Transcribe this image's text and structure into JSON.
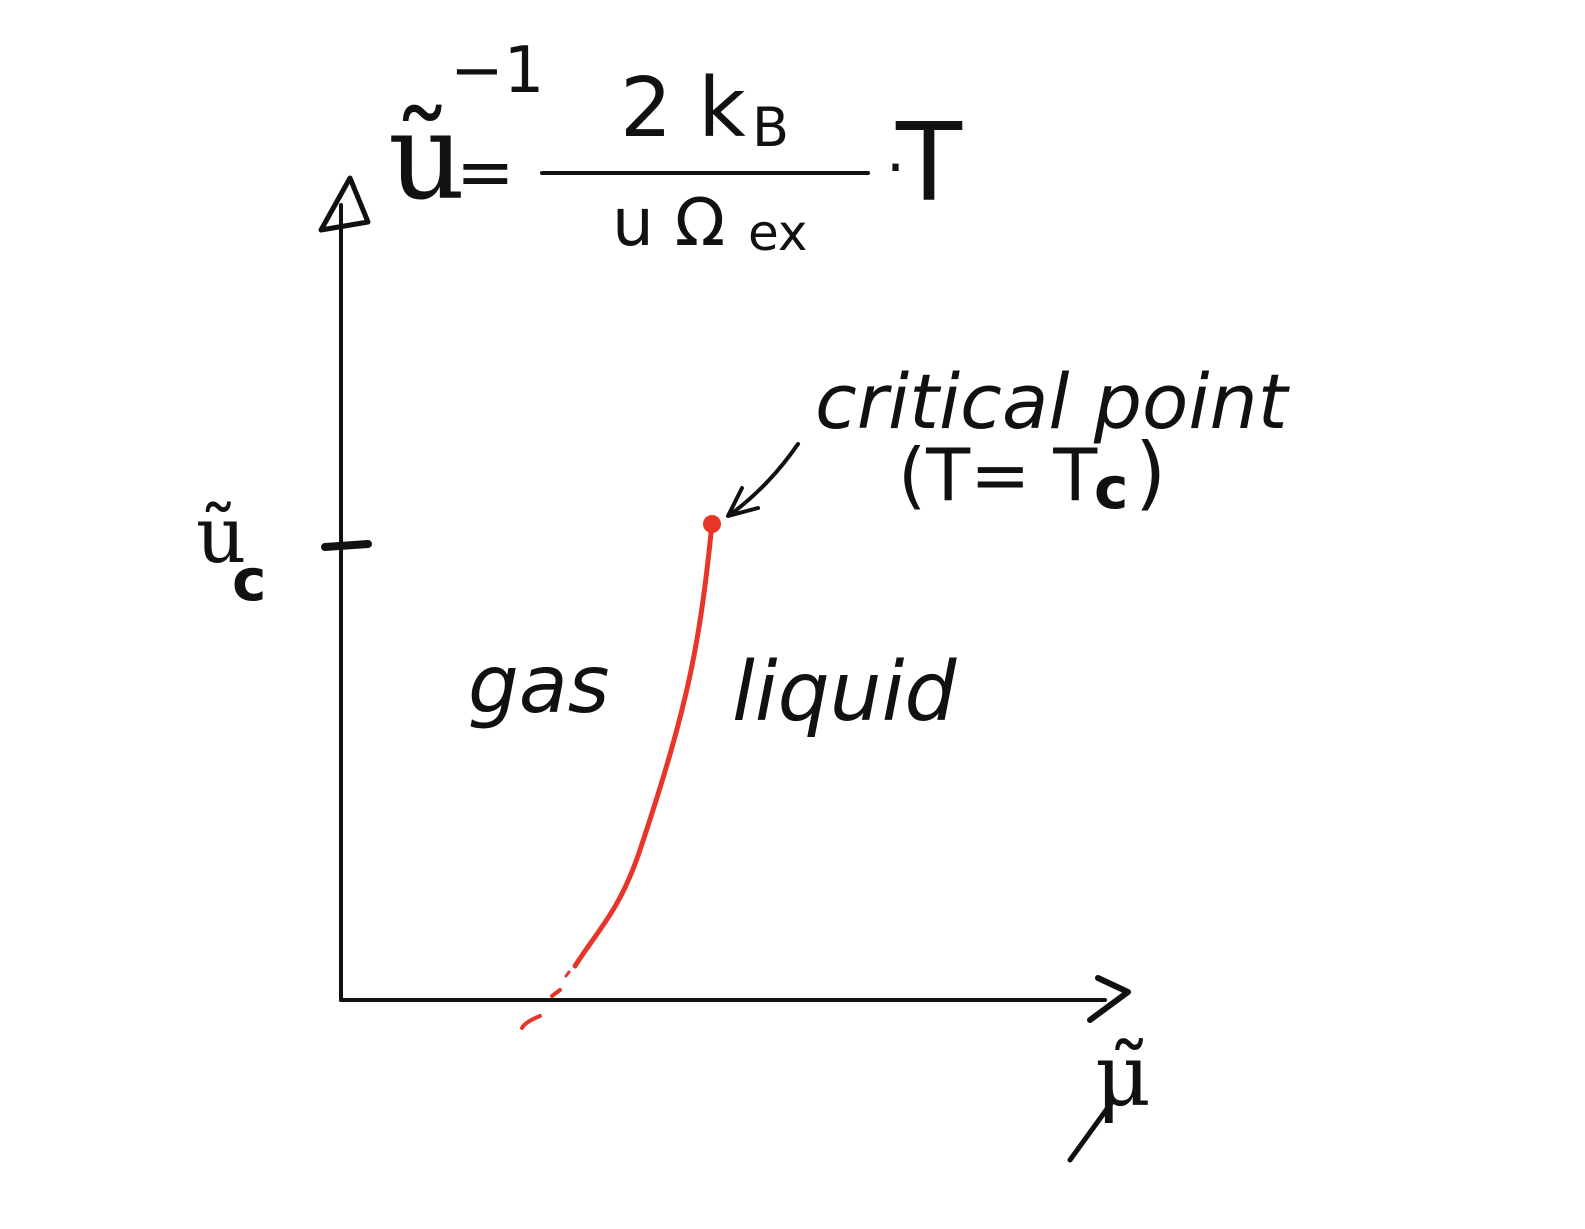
{
  "formula": {
    "lhs_symbol": "ũ",
    "lhs_exponent": "−1",
    "equals": "=",
    "numerator": "2 k",
    "numerator_sub": "B",
    "denominator": "u Ω",
    "denominator_sub": "ex",
    "dot": "·",
    "rhs": "T"
  },
  "axes": {
    "y_label": "ũ",
    "y_label_sub": "c",
    "x_label": "μ̃"
  },
  "regions": {
    "left": "gas",
    "right": "liquid"
  },
  "annotation": {
    "line1": "critical point",
    "line2_open": "(T= T",
    "line2_sub": "c",
    "line2_close": ")"
  },
  "colors": {
    "ink": "#111111",
    "curve": "#e8352a"
  },
  "icons": {
    "pointer": "arrow-icon"
  }
}
